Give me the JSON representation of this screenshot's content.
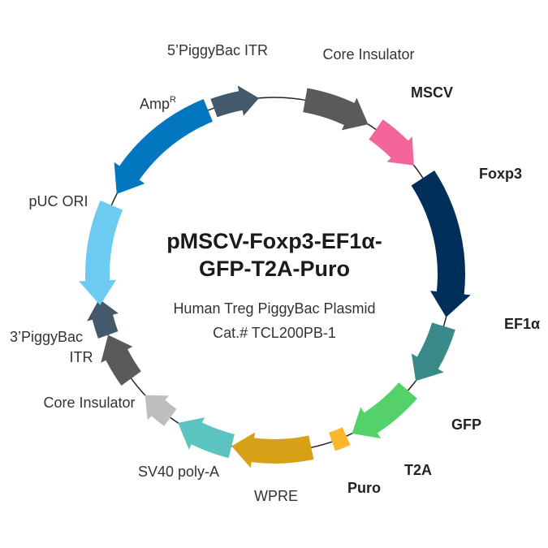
{
  "plasmid": {
    "title_line1": "pMSCV-Foxp3-EF1α-",
    "title_line2": "GFP-T2A-Puro",
    "subtitle": "Human Treg PiggyBac Plasmid",
    "catalog": "Cat.# TCL200PB-1"
  },
  "features": [
    {
      "id": "piggybac-5-itr",
      "label": "5’PiggyBac ITR",
      "color": "#44596b",
      "bold": false
    },
    {
      "id": "core-insulator-1",
      "label": "Core Insulator",
      "color": "#595a5c",
      "bold": false
    },
    {
      "id": "mscv",
      "label": "MSCV",
      "color": "#f4669a",
      "bold": true
    },
    {
      "id": "foxp3",
      "label": "Foxp3",
      "color": "#00305a",
      "bold": true
    },
    {
      "id": "ef1a",
      "label": "EF1α",
      "color": "#3a8a8a",
      "bold": true
    },
    {
      "id": "gfp",
      "label": "GFP",
      "color": "#55d16b",
      "bold": true
    },
    {
      "id": "t2a",
      "label": "T2A",
      "color": "#fbb82a",
      "bold": true
    },
    {
      "id": "puro",
      "label": "Puro",
      "color": "#d6a017",
      "bold": true
    },
    {
      "id": "wpre",
      "label": "WPRE",
      "color": "#5cc4c0",
      "bold": false
    },
    {
      "id": "sv40-poly-a",
      "label": "SV40 poly-A",
      "color": "#bcbec0",
      "bold": false
    },
    {
      "id": "core-insulator-2",
      "label": "Core Insulator",
      "color": "#595a5c",
      "bold": false
    },
    {
      "id": "piggybac-3-itr",
      "label_line1": "3’PiggyBac",
      "label_line2": "ITR",
      "color": "#44596b",
      "bold": false
    },
    {
      "id": "puc-ori",
      "label": "pUC ORI",
      "color": "#6dcbf2",
      "bold": false
    },
    {
      "id": "ampr",
      "label": "Amp",
      "label_sup": "R",
      "color": "#0277c0",
      "bold": false
    }
  ]
}
